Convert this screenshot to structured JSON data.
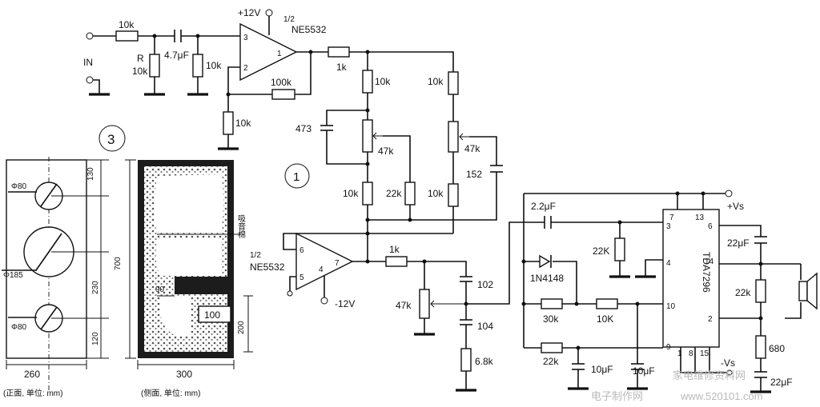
{
  "opamp1": {
    "frac": "1/2",
    "name": "NE5532",
    "supply": "+12V",
    "pin_in_pos": "3",
    "pin_in_neg": "2",
    "pin_out": "1"
  },
  "opamp2": {
    "frac": "1/2",
    "name": "NE5532",
    "supply": "-12V",
    "pin_a": "6",
    "pin_b": "5",
    "pin_c": "4",
    "pin_out": "7"
  },
  "input": {
    "label": "IN",
    "r_series": "10k",
    "r_label": "R",
    "r_value": "10k",
    "cap": "4.7μF",
    "r_bias": "10k"
  },
  "opamp1_net": {
    "r_feedback": "100k",
    "r_ground": "10k",
    "r_out": "1k"
  },
  "tone": {
    "r_top_left": "10k",
    "r_top_right": "10k",
    "cap_left": "473",
    "pot_left": "47k",
    "pot_right": "47k",
    "cap_right": "152",
    "r_bot_left": "10k",
    "r_mid": "22k",
    "r_bot_right": "10k",
    "stage_number": "1"
  },
  "out_stage": {
    "r_out": "1k",
    "pot": "47k",
    "cap1": "102",
    "cap2": "104",
    "r_ground": "6.8k"
  },
  "amp": {
    "ic": "TDA7296",
    "in_cap": "2.2μF",
    "r_in": "22K",
    "diode": "1N4148",
    "r_30k": "30k",
    "r_10k": "10K",
    "r_22k": "22k",
    "cap_a": "10μF",
    "cap_b": "10μF",
    "cap_boot": "22μF",
    "r_out_22k": "22k",
    "r_680": "680",
    "cap_out": "22μF",
    "vs_pos": "+Vs",
    "vs_neg": "-Vs",
    "pins": {
      "p7": "7",
      "p13": "13",
      "p3": "3",
      "p6": "6",
      "p4": "4",
      "p14": "14",
      "p10": "10",
      "p2": "2",
      "p9": "9",
      "p1": "1",
      "p8": "8",
      "p15": "15"
    }
  },
  "enclosure": {
    "number": "3",
    "front_caption": "(正面, 单位: mm)",
    "side_caption": "(侧面, 单位: mm)",
    "phi80_top": "Φ80",
    "phi185": "Φ185",
    "phi80_bottom": "Φ80",
    "dim_130": "130",
    "dim_230": "230",
    "dim_120": "120",
    "dim_700": "700",
    "dim_260": "260",
    "dim_300": "300",
    "dim_90": "90",
    "dim_100": "100",
    "dim_200": "200",
    "absorb_label": "吸音棉"
  },
  "watermark": {
    "line1": "家电维修资料网",
    "line2": "www.520101.com",
    "line3": "电子制作网"
  }
}
